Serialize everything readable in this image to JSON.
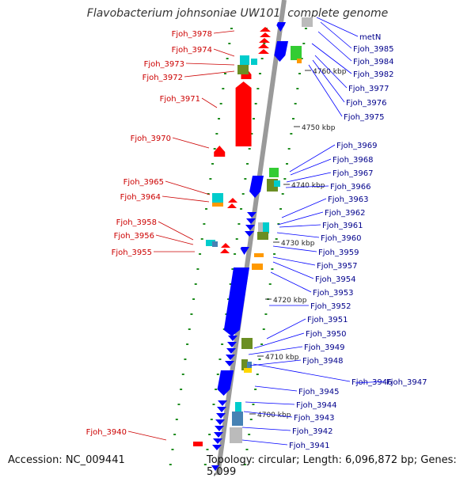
{
  "title": "Flavobacterium johnsoniae UW101, complete genome",
  "footer": {
    "accession": "Accession: NC_009441",
    "topology": "Topology: circular; Length: 6,096,872 bp; Genes: 5,099"
  },
  "colors": {
    "backbone": "#9a9a9a",
    "forward_gene": "#ff0000",
    "reverse_gene": "#0000ff",
    "forward_label": "#cc0000",
    "reverse_label": "#00008b",
    "tick": "#1e8c1e",
    "cog_palette": [
      "#00cccc",
      "#6b8e23",
      "#ff9900",
      "#4682b4",
      "#bbbbbb",
      "#33cc33",
      "#ffd700"
    ]
  },
  "scale_labels": [
    "4760 kbp",
    "4750 kbp",
    "4740 kbp",
    "4730 kbp",
    "4720 kbp",
    "4710 kbp",
    "4700 kbp"
  ],
  "forward_labels": [
    "Fjoh_3978",
    "Fjoh_3974",
    "Fjoh_3973",
    "Fjoh_3972",
    "Fjoh_3971",
    "Fjoh_3970",
    "Fjoh_3965",
    "Fjoh_3964",
    "Fjoh_3958",
    "Fjoh_3956",
    "Fjoh_3955",
    "Fjoh_3940"
  ],
  "reverse_labels": [
    "metN",
    "Fjoh_3985",
    "Fjoh_3984",
    "Fjoh_3982",
    "Fjoh_3977",
    "Fjoh_3976",
    "Fjoh_3975",
    "Fjoh_3969",
    "Fjoh_3968",
    "Fjoh_3967",
    "Fjoh_3966",
    "Fjoh_3963",
    "Fjoh_3962",
    "Fjoh_3961",
    "Fjoh_3960",
    "Fjoh_3959",
    "Fjoh_3957",
    "Fjoh_3954",
    "Fjoh_3953",
    "Fjoh_3952",
    "Fjoh_3951",
    "Fjoh_3950",
    "Fjoh_3949",
    "Fjoh_3948",
    "Fjoh_3946",
    "Fjoh_3947",
    "Fjoh_3945",
    "Fjoh_3944",
    "Fjoh_3943",
    "Fjoh_3942",
    "Fjoh_3941"
  ]
}
